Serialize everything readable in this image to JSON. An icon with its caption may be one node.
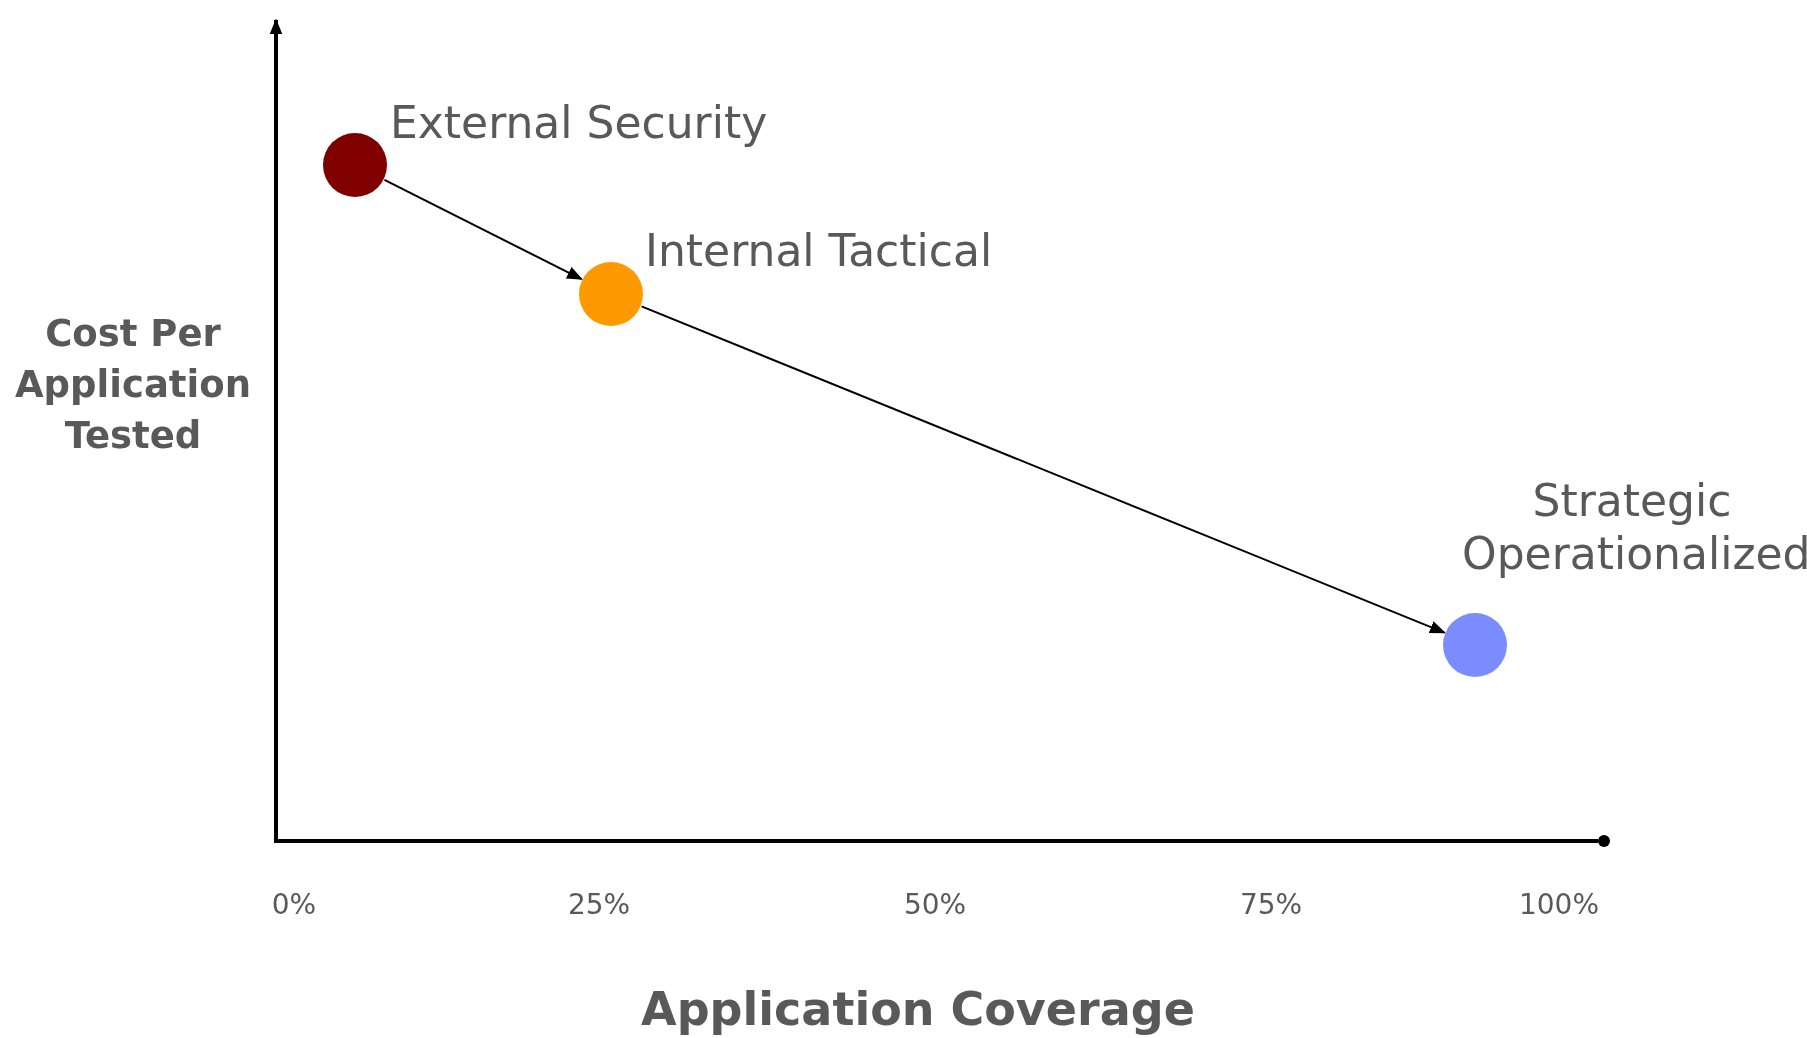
{
  "diagram": {
    "nodes": [
      {
        "text": [],
        "shape": "circle",
        "beside": [
          "External Security"
        ]
      },
      {
        "text": [],
        "shape": "circle",
        "beside": [
          "Internal Tactical"
        ]
      },
      {
        "text": [],
        "shape": "circle",
        "beside": [
          "Strategic Operationalized"
        ]
      }
    ],
    "edges": [
      {
        "from": 0,
        "to": 1,
        "arrow": "to"
      },
      {
        "from": 1,
        "to": 2,
        "arrow": "to"
      }
    ],
    "labels": [
      "Cost Per Application Tested",
      "0%",
      "25%",
      "50%",
      "75%",
      "100%",
      "Application Coverage"
    ]
  }
}
